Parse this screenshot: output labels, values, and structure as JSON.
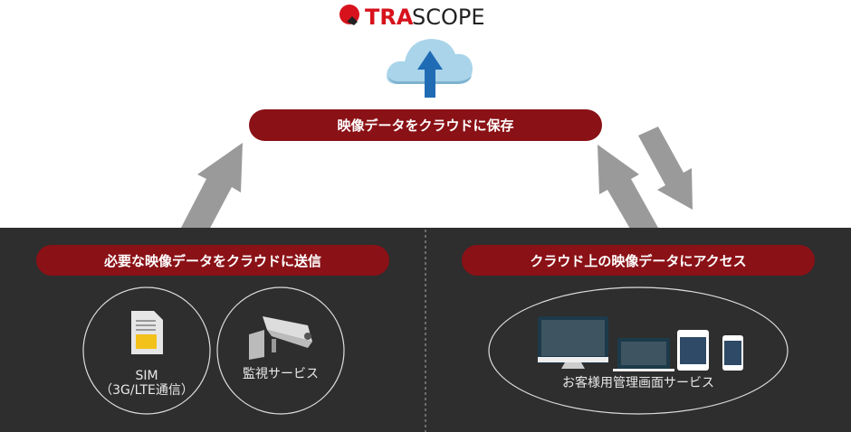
{
  "logo": {
    "text_red": "TRA",
    "text_dark": "SCOPE"
  },
  "cloud": {
    "label": "映像データをクラウドに保存"
  },
  "left_panel": {
    "title": "必要な映像データをクラウドに送信",
    "items": [
      {
        "label": "SIM",
        "sublabel": "（3G/LTE通信）",
        "icon": "sim-card-icon"
      },
      {
        "label": "監視サービス",
        "icon": "security-camera-icon"
      }
    ]
  },
  "right_panel": {
    "title": "クラウド上の映像データにアクセス",
    "devices_label": "お客様用管理画面サービス"
  },
  "colors": {
    "pill": "#8a1116",
    "dark_bg": "#2e2e2e",
    "arrow": "#9a9a9a",
    "cloud": "#a9d4ea",
    "upload_arrow": "#1f6cb5"
  }
}
